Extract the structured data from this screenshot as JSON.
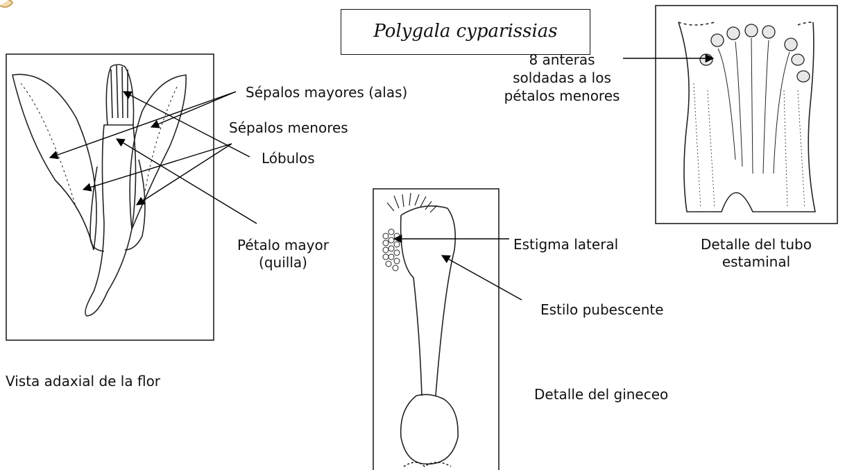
{
  "title": "Polygala cyparissias",
  "labels": {
    "sepalos_mayores": "Sépalos mayores (alas)",
    "sepalos_menores": "Sépalos menores",
    "lobulos": "Lóbulos",
    "petalo_mayor_1": "Pétalo mayor",
    "petalo_mayor_2": "(quilla)",
    "anteras_1": "8 anteras",
    "anteras_2": "soldadas a los",
    "anteras_3": "pétalos menores",
    "estigma": "Estigma lateral",
    "estilo": "Estilo pubescente",
    "tubo_1": "Detalle del tubo",
    "tubo_2": "estaminal",
    "vista": "Vista adaxial de la flor",
    "gineceo": "Detalle del gineceo"
  }
}
